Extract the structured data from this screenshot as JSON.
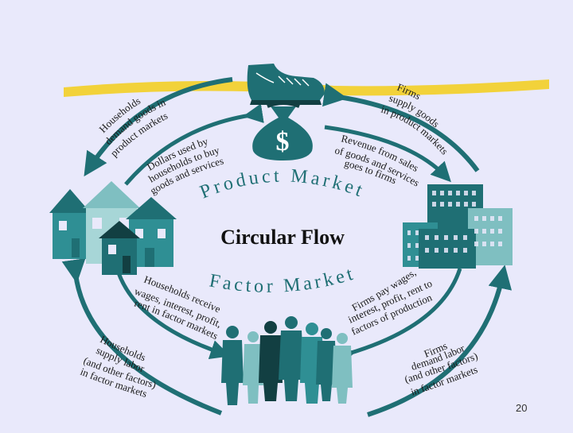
{
  "title": "Circular Flow",
  "product_market": "Product Market",
  "factor_market": "Factor Market",
  "dollar_sign": "$",
  "labels": {
    "hh_demand_goods": [
      "Households",
      "demand goods in",
      "product markets"
    ],
    "firms_supply_goods": [
      "Firms",
      "supply goods",
      "in product markets"
    ],
    "dollars_used": [
      "Dollars used by",
      "households to buy",
      "goods and services"
    ],
    "revenue_sales": [
      "Revenue from sales",
      "of goods and services",
      "goes to firms"
    ],
    "hh_receive": [
      "Households receive",
      "wages, interest, profit,",
      "rent in factor markets"
    ],
    "firms_pay": [
      "Firms pay wages,",
      "interest, profit, rent to",
      "factors of production"
    ],
    "hh_supply_labor": [
      "Households",
      "supply labor",
      "(and other factors)",
      "in factor markets"
    ],
    "firms_demand_labor": [
      "Firms",
      "demand labor",
      "(and other factors)",
      "in factor markets"
    ]
  },
  "slide_number": "20",
  "colors": {
    "teal_dark": "#1f6f74",
    "teal": "#2f8f94",
    "teal_light": "#7fbfc1",
    "yellow": "#f2d23a",
    "background": "#e9e9fb",
    "text": "#1a1a1a"
  }
}
